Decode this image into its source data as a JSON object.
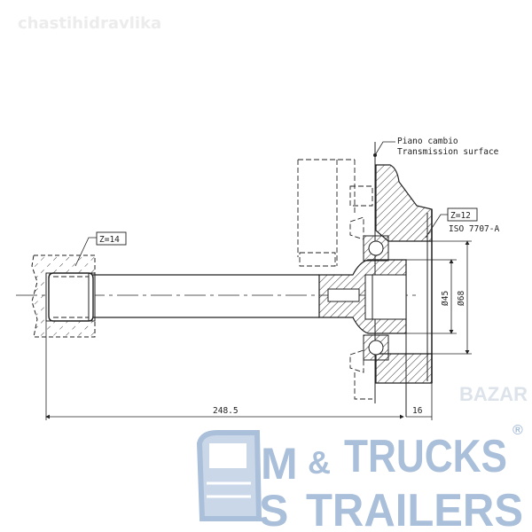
{
  "watermark": "chastihidravlika",
  "drawing": {
    "note_line1": "Piano cambio",
    "note_line2": "Transmission surface",
    "spline_right_label": "Z=12",
    "spline_right_standard": "ISO 7707-A",
    "spline_left_label": "Z=14",
    "dim_d45": "Ø45",
    "dim_d68": "Ø68",
    "dim_length": "248.5",
    "dim_flange": "16"
  },
  "logo": {
    "letter_m": "M",
    "letter_s": "S",
    "word1": "TRUCKS",
    "ampersand": "&",
    "word2": "TRAILERS",
    "registered": "®",
    "stamp": "BAZAR"
  },
  "colors": {
    "line": "#222222",
    "logo": "#aabfd9",
    "watermark": "#ececec"
  }
}
